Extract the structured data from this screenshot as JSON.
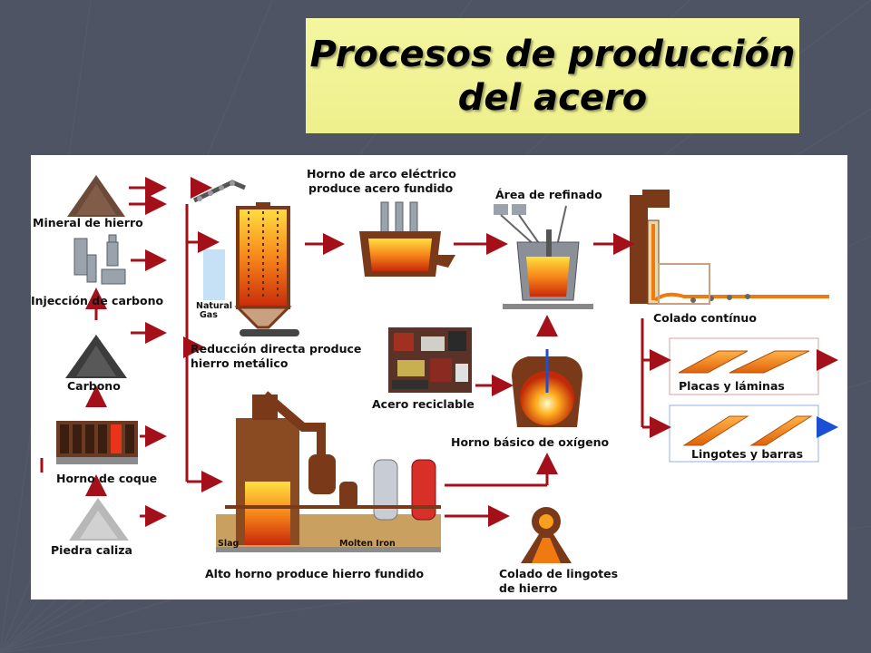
{
  "slide": {
    "title_line1": "Procesos de producción",
    "title_line2": "del acero"
  },
  "diagram": {
    "labels": {
      "mineral": "Mineral de hierro",
      "inyeccion": "Injección de carbono",
      "carbono": "Carbono",
      "coque": "Horno de coque",
      "caliza": "Piedra caliza",
      "natural_gas_1": "Natural",
      "natural_gas_2": "Gas",
      "reduccion_1": "Reducción directa produce",
      "reduccion_2": "hierro metálico",
      "arco_1": "Horno de arco eléctrico",
      "arco_2": "produce acero fundido",
      "refinado": "Área de refinado",
      "colado_continuo": "Colado contínuo",
      "acero_reciclable": "Acero reciclable",
      "horno_basico": "Horno básico de oxígeno",
      "placas": "Placas y láminas",
      "lingotes": "Lingotes y barras",
      "slag": "Slag",
      "molten_iron": "Molten Iron",
      "alto_horno": "Alto horno produce hierro fundido",
      "colado_lingotes_1": "Colado de lingotes",
      "colado_lingotes_2": "de hierro"
    },
    "colors": {
      "arrow": "#a3101a",
      "background": "#4f5464",
      "title_box": "#f0f291",
      "molten": "#f07a10",
      "structure_brown": "#7a3a1a"
    }
  }
}
